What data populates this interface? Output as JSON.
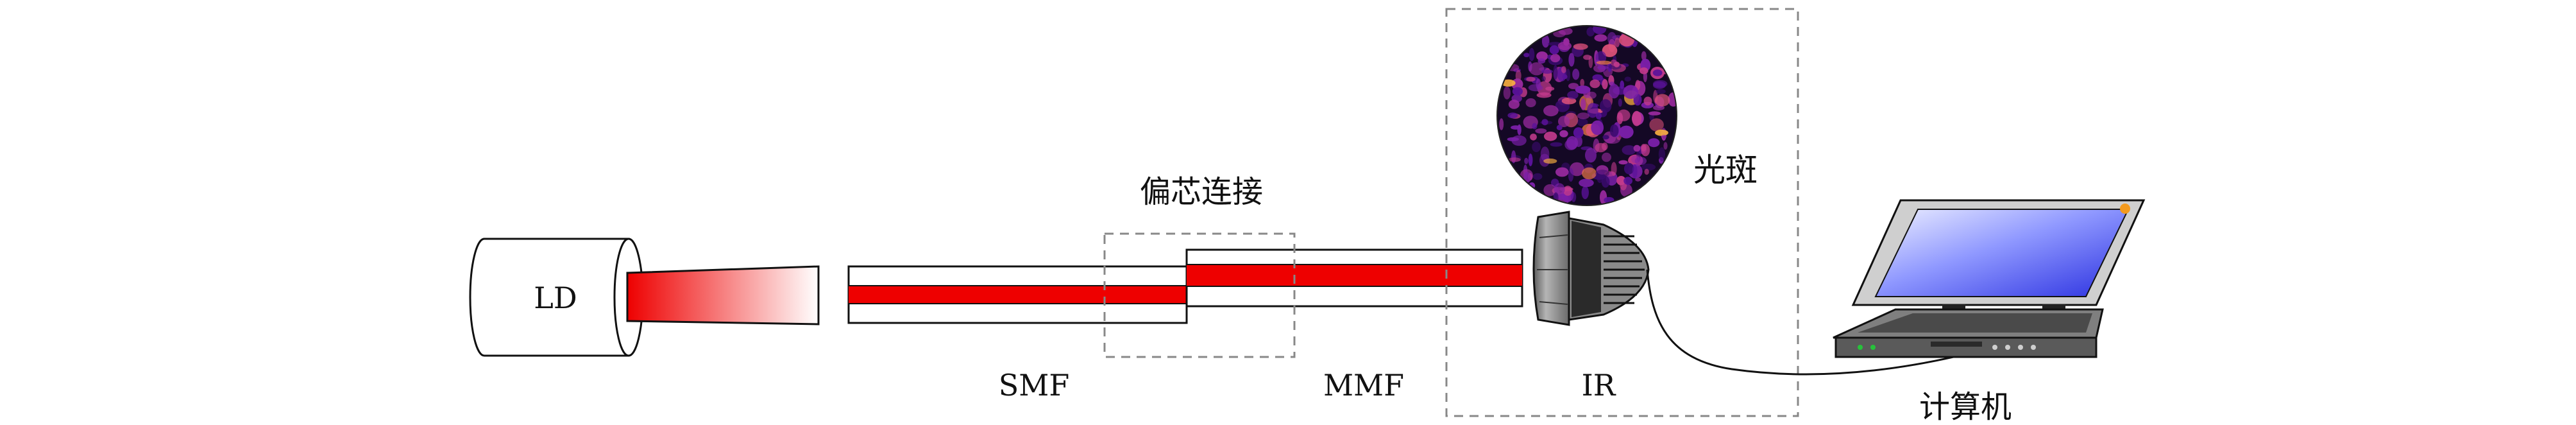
{
  "labels": {
    "ld": "LD",
    "offset_splice": "偏芯连接",
    "smf": "SMF",
    "mmf": "MMF",
    "ir": "IR",
    "speckle": "光斑",
    "computer": "计算机"
  },
  "colors": {
    "line": "#111111",
    "core_red": "#ee0000",
    "dash_box": "#888888",
    "camera_gray": "#8a8a8a",
    "screen_blue": "#3a46e6"
  },
  "icons": {
    "laser": "laser-diode-icon",
    "camera": "ir-camera-icon",
    "laptop": "laptop-icon",
    "speckle": "speckle-pattern-icon"
  }
}
